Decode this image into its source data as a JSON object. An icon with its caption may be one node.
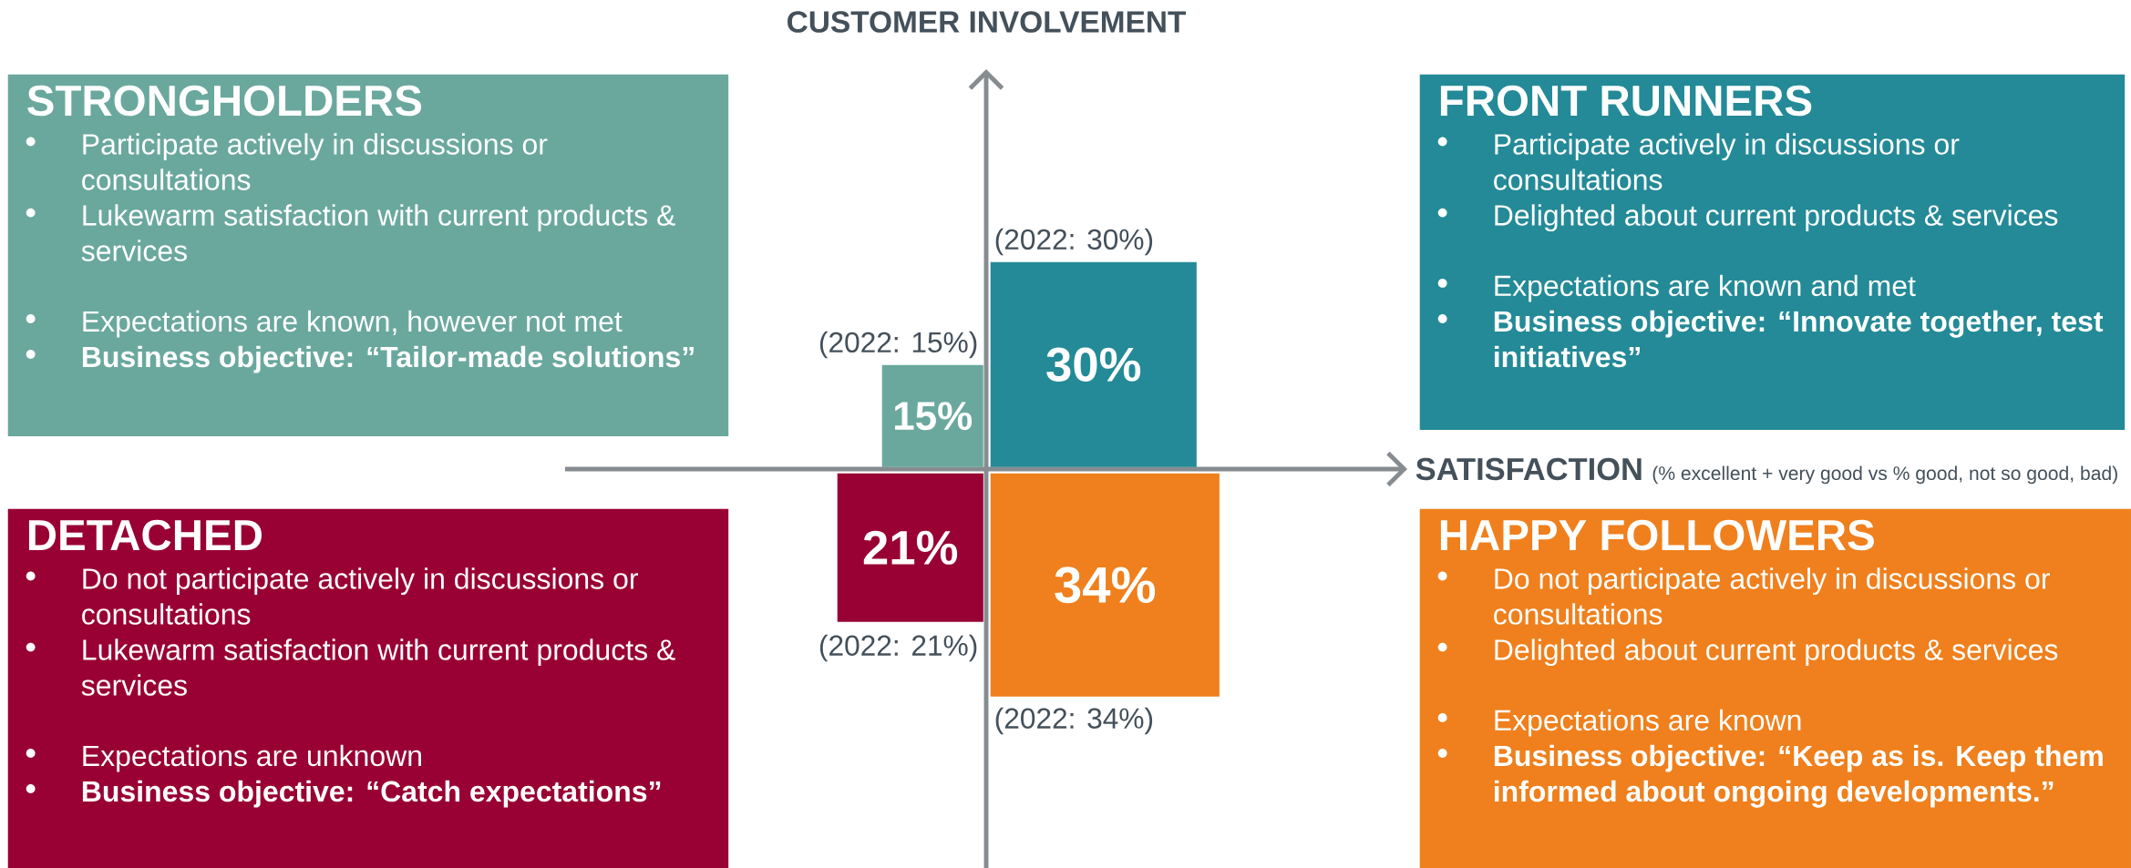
{
  "diagram": {
    "nodes": [
      {
        "text": [
          "STRONGHOLDERS",
          "Participate actively in discussions or consultations",
          "Lukewarm satisfaction with current products & services",
          "Expectations are known, however not met",
          "Business objective: “Tailor-made solutions”"
        ]
      },
      {
        "text": [
          "FRONT RUNNERS",
          "Participate actively in discussions or consultations",
          "Delighted about current products & services",
          "Expectations are known and met",
          "Business objective: “Innovate together, test initiatives”"
        ]
      },
      {
        "text": [
          "DETACHED",
          "Do not participate actively in discussions or consultations",
          "Lukewarm satisfaction with current products & services",
          "Expectations are unknown",
          "Business objective: “Catch expectations”"
        ]
      },
      {
        "text": [
          "HAPPY FOLLOWERS",
          "Do not participate actively in discussions or consultations",
          "Delighted about current products & services",
          "Expectations are known",
          "Business objective: “Keep as is. Keep them informed about ongoing developments.”"
        ]
      },
      {
        "text": [
          "15%"
        ],
        "beside": [
          "(2022: 15%)"
        ]
      },
      {
        "text": [
          "30%"
        ],
        "beside": [
          "(2022: 30%)"
        ]
      },
      {
        "text": [
          "21%"
        ],
        "beside": [
          "(2022: 21%)"
        ]
      },
      {
        "text": [
          "34%"
        ],
        "beside": [
          "(2022: 34%)"
        ]
      }
    ],
    "labels": [
      "CUSTOMER INVOLVEMENT",
      "SATISFACTION",
      "(% excellent + very good vs % good, not so good, bad)"
    ]
  }
}
